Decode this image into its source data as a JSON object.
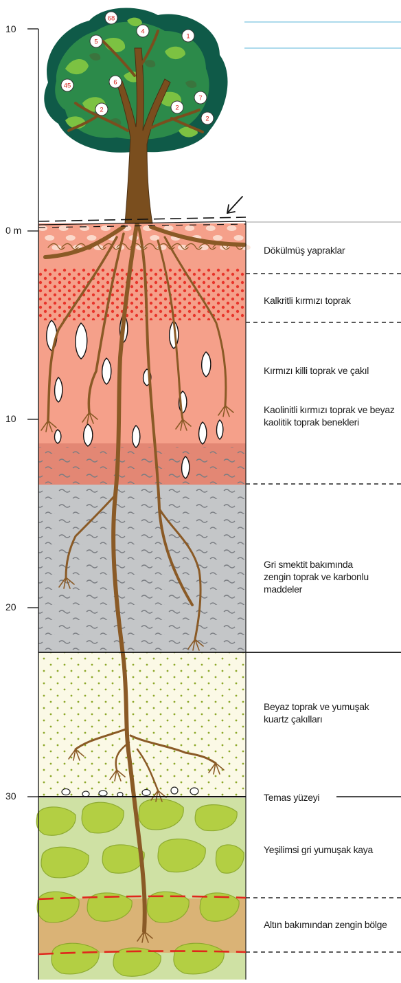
{
  "axis": {
    "unit_label": "0 m",
    "ticks": [
      {
        "id": "top",
        "label": "10"
      },
      {
        "id": "zero",
        "label": "0 m"
      },
      {
        "id": "t10",
        "label": "10"
      },
      {
        "id": "t20",
        "label": "20"
      },
      {
        "id": "t30",
        "label": "30"
      }
    ]
  },
  "tree_badges": [
    "68",
    "4",
    "5",
    "1",
    "45",
    "6",
    "2",
    "2",
    "7",
    "2"
  ],
  "layers": [
    {
      "id": "leaves",
      "label": "Dökülmüş yapraklar"
    },
    {
      "id": "calcrete",
      "label": "Kalkritli kırmızı toprak"
    },
    {
      "id": "clay",
      "label": "Kırmızı killi toprak ve çakıl"
    },
    {
      "id": "kaolin",
      "label": "Kaolinitli kırmızı toprak ve beyaz kaolitik toprak benekleri"
    },
    {
      "id": "smectite",
      "label": "Gri smektit bakımında zengin toprak ve karbonlu maddeler"
    },
    {
      "id": "quartz",
      "label": "Beyaz toprak ve yumuşak kuartz çakılları"
    },
    {
      "id": "contact",
      "label": "Temas yüzeyi"
    },
    {
      "id": "greenrock",
      "label": "Yeşilimsi gri yumuşak kaya"
    },
    {
      "id": "gold",
      "label": "Altın bakımından zengin bölge"
    }
  ],
  "colors": {
    "red_soil": "#f5a08a",
    "dark_red_soil": "#e38774",
    "grey_smectite": "#c4c6c8",
    "cream": "#fbf9e6",
    "green_rock": "#cfe1a4",
    "green_clast": "#b2cf3e",
    "gold_zone": "#dcaa6e",
    "root": "#8a5a26",
    "leaf_dark": "#0f5a48",
    "leaf_mid": "#2c8a4a",
    "leaf_light": "#7cc242"
  }
}
